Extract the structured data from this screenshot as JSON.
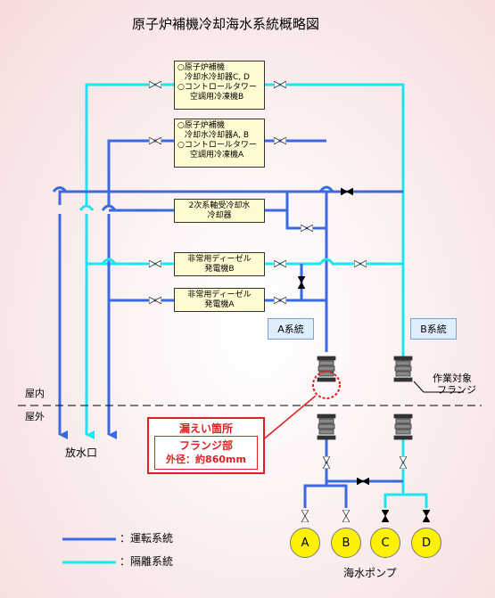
{
  "title": "原子炉補機冷却海水系統概略図",
  "boxes": {
    "top1": [
      "○原子炉補機",
      "冷却水冷却器C, D",
      "○コントロールタワー",
      "空調用冷凍機B"
    ],
    "top2": [
      "○原子炉補機",
      "冷却水冷却器A, B",
      "○コントロールタワー",
      "空調用冷凍機A"
    ],
    "turbine": [
      "2次系軸受冷却水",
      "冷却器"
    ],
    "dgB": [
      "非常用ディーゼル",
      "発電機B"
    ],
    "dgA": [
      "非常用ディーゼル",
      "発電機A"
    ]
  },
  "system_a": "A系統",
  "system_b": "B系統",
  "indoor": "屋内",
  "outdoor": "屋外",
  "discharge": "放水口",
  "target_flange": [
    "作業対象",
    "フランジ"
  ],
  "leak": [
    "漏えい箇所",
    "フランジ部",
    "外径：約860mm"
  ],
  "pumps": [
    "A",
    "B",
    "C",
    "D"
  ],
  "pump_label": "海水ポンプ",
  "legend": {
    "running": "：運転系統",
    "isolated": "：隔離系統"
  },
  "colors": {
    "running": "#3a6ae0",
    "isolated": "#19e6f0",
    "box_fill": "#fffbd0",
    "leak": "#e02020"
  }
}
